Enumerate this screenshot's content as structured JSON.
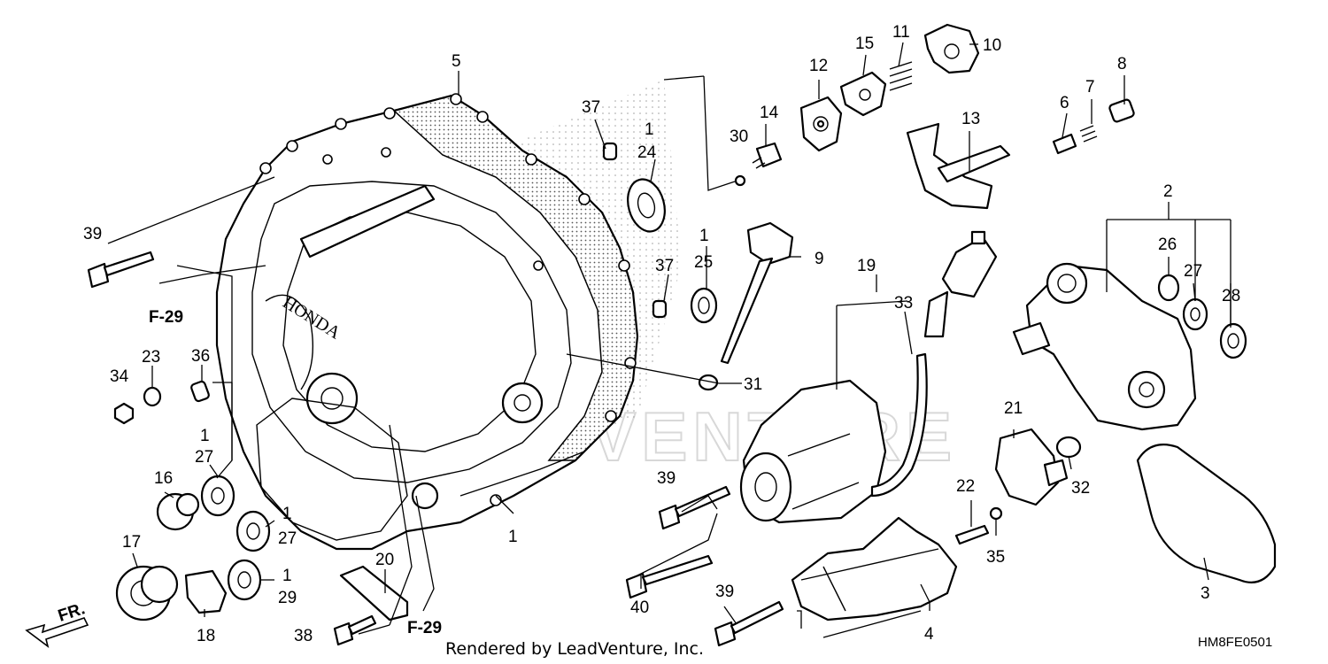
{
  "watermark": "LEADVENTURE",
  "footer": "Rendered by LeadVenture, Inc.",
  "diagram_code": "HM8FE0501",
  "direction_label": "FR.",
  "ref_labels": [
    "F-29",
    "F-29"
  ],
  "callouts": [
    {
      "id": "c5",
      "text": "5"
    },
    {
      "id": "c37a",
      "text": "37"
    },
    {
      "id": "c1a",
      "text": "1"
    },
    {
      "id": "c24",
      "text": "24"
    },
    {
      "id": "c30",
      "text": "30"
    },
    {
      "id": "c14",
      "text": "14"
    },
    {
      "id": "c12",
      "text": "12"
    },
    {
      "id": "c15",
      "text": "15"
    },
    {
      "id": "c11",
      "text": "11"
    },
    {
      "id": "c10",
      "text": "10"
    },
    {
      "id": "c13",
      "text": "13"
    },
    {
      "id": "c6",
      "text": "6"
    },
    {
      "id": "c7",
      "text": "7"
    },
    {
      "id": "c8",
      "text": "8"
    },
    {
      "id": "c2",
      "text": "2"
    },
    {
      "id": "c26",
      "text": "26"
    },
    {
      "id": "c27a",
      "text": "27"
    },
    {
      "id": "c28",
      "text": "28"
    },
    {
      "id": "c39a",
      "text": "39"
    },
    {
      "id": "c9",
      "text": "9"
    },
    {
      "id": "c1b",
      "text": "1"
    },
    {
      "id": "c25",
      "text": "25"
    },
    {
      "id": "c37b",
      "text": "37"
    },
    {
      "id": "c19",
      "text": "19"
    },
    {
      "id": "c33",
      "text": "33"
    },
    {
      "id": "c31",
      "text": "31"
    },
    {
      "id": "c34",
      "text": "34"
    },
    {
      "id": "c23",
      "text": "23"
    },
    {
      "id": "c36",
      "text": "36"
    },
    {
      "id": "c1c",
      "text": "1"
    },
    {
      "id": "c27b",
      "text": "27"
    },
    {
      "id": "c16",
      "text": "16"
    },
    {
      "id": "c1d",
      "text": "1"
    },
    {
      "id": "c27c",
      "text": "27"
    },
    {
      "id": "c17",
      "text": "17"
    },
    {
      "id": "c1e",
      "text": "1"
    },
    {
      "id": "c29",
      "text": "29"
    },
    {
      "id": "c18",
      "text": "18"
    },
    {
      "id": "c20",
      "text": "20"
    },
    {
      "id": "c38",
      "text": "38"
    },
    {
      "id": "c1f",
      "text": "1"
    },
    {
      "id": "c39b",
      "text": "39"
    },
    {
      "id": "c40",
      "text": "40"
    },
    {
      "id": "c39c",
      "text": "39"
    },
    {
      "id": "c4",
      "text": "4"
    },
    {
      "id": "c21",
      "text": "21"
    },
    {
      "id": "c32",
      "text": "32"
    },
    {
      "id": "c22",
      "text": "22"
    },
    {
      "id": "c35",
      "text": "35"
    },
    {
      "id": "c3",
      "text": "3"
    }
  ]
}
